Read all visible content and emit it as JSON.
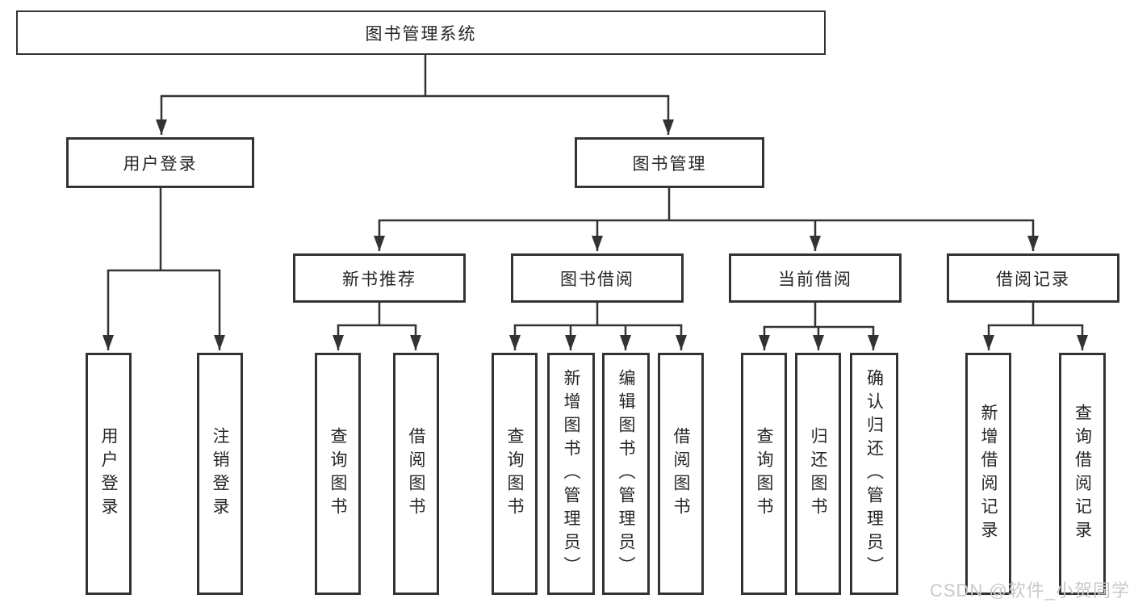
{
  "tree": {
    "root": {
      "label": "图书管理系统"
    },
    "user_login": {
      "label": "用户登录",
      "children": [
        {
          "label": "用户登录"
        },
        {
          "label": "注销登录"
        }
      ]
    },
    "book_management": {
      "label": "图书管理",
      "sections": [
        {
          "label": "新书推荐",
          "children": [
            {
              "label": "查询图书"
            },
            {
              "label": "借阅图书"
            }
          ]
        },
        {
          "label": "图书借阅",
          "children": [
            {
              "label": "查询图书"
            },
            {
              "label": "新增图书（管理员）"
            },
            {
              "label": "编辑图书（管理员）"
            },
            {
              "label": "借阅图书"
            }
          ]
        },
        {
          "label": "当前借阅",
          "children": [
            {
              "label": "查询图书"
            },
            {
              "label": "归还图书"
            },
            {
              "label": "确认归还（管理员）"
            }
          ]
        },
        {
          "label": "借阅记录",
          "children": [
            {
              "label": "新增借阅记录"
            },
            {
              "label": "查询借阅记录"
            }
          ]
        }
      ]
    }
  },
  "watermark": {
    "text": "CSDN @软件_小贺同学",
    "color": "#c9c9c9"
  },
  "colors": {
    "line": "#333333",
    "box_border": "#333333",
    "text": "#262626",
    "background": "#ffffff"
  }
}
